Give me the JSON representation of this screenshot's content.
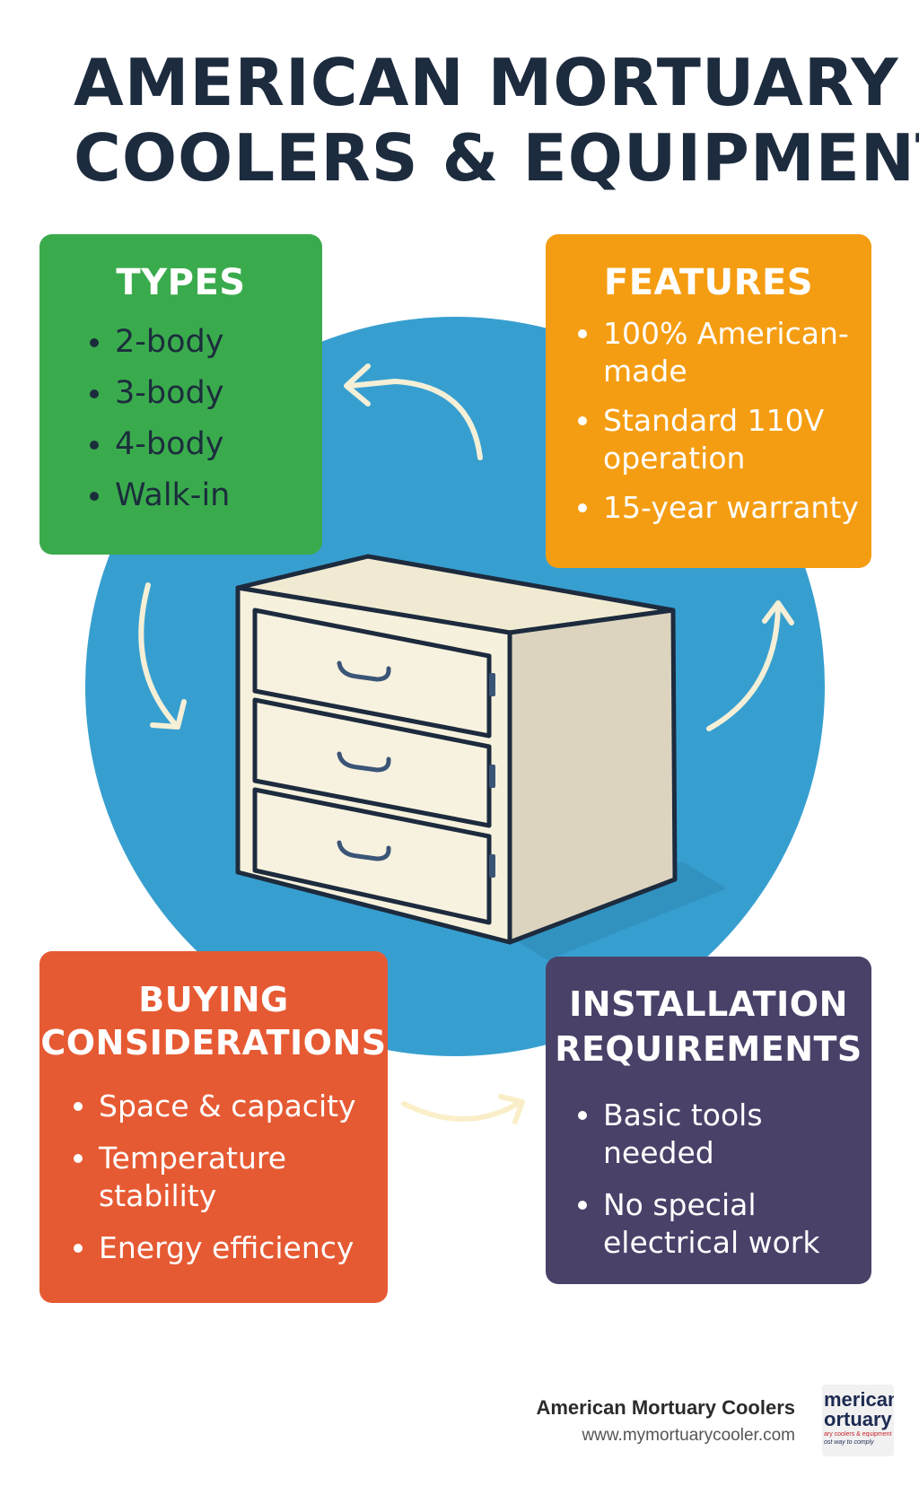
{
  "title": {
    "line1": "AMERICAN MORTUARY",
    "line2": "COOLERS & EQUIPMENT"
  },
  "types": {
    "heading": "TYPES",
    "items": [
      "2-body",
      "3-body",
      "4-body",
      "Walk-in"
    ]
  },
  "features": {
    "heading": "FEATURES",
    "items": [
      "100% American-made",
      "Standard 110V operation",
      "15-year warranty"
    ]
  },
  "buying": {
    "heading_line1": "BUYING",
    "heading_line2": "CONSIDERATIONS",
    "items": [
      "Space & capacity",
      "Temperature stability",
      "Energy efficiency"
    ]
  },
  "installation": {
    "heading_line1": "INSTALLATION",
    "heading_line2": "REQUIREMENTS",
    "items": [
      "Basic tools needed",
      "No special electrical work"
    ]
  },
  "footer": {
    "company": "American Mortuary Coolers",
    "url": "www.mymortuarycooler.com"
  },
  "logo": {
    "line1": "merican",
    "line2": "ortuary",
    "line3": "ary coolers & equipment",
    "line4": "ost way to comply"
  },
  "colors": {
    "title": "#1d2b3e",
    "circle": "#379fd0",
    "types": "#3aab4d",
    "features": "#f59d12",
    "buying": "#e65a33",
    "installation": "#4a4169",
    "cabinet": "#f6f1dc"
  },
  "icons": [
    "cycle-arrow-icon",
    "cooler-cabinet-icon",
    "drawer-handle-icon"
  ]
}
